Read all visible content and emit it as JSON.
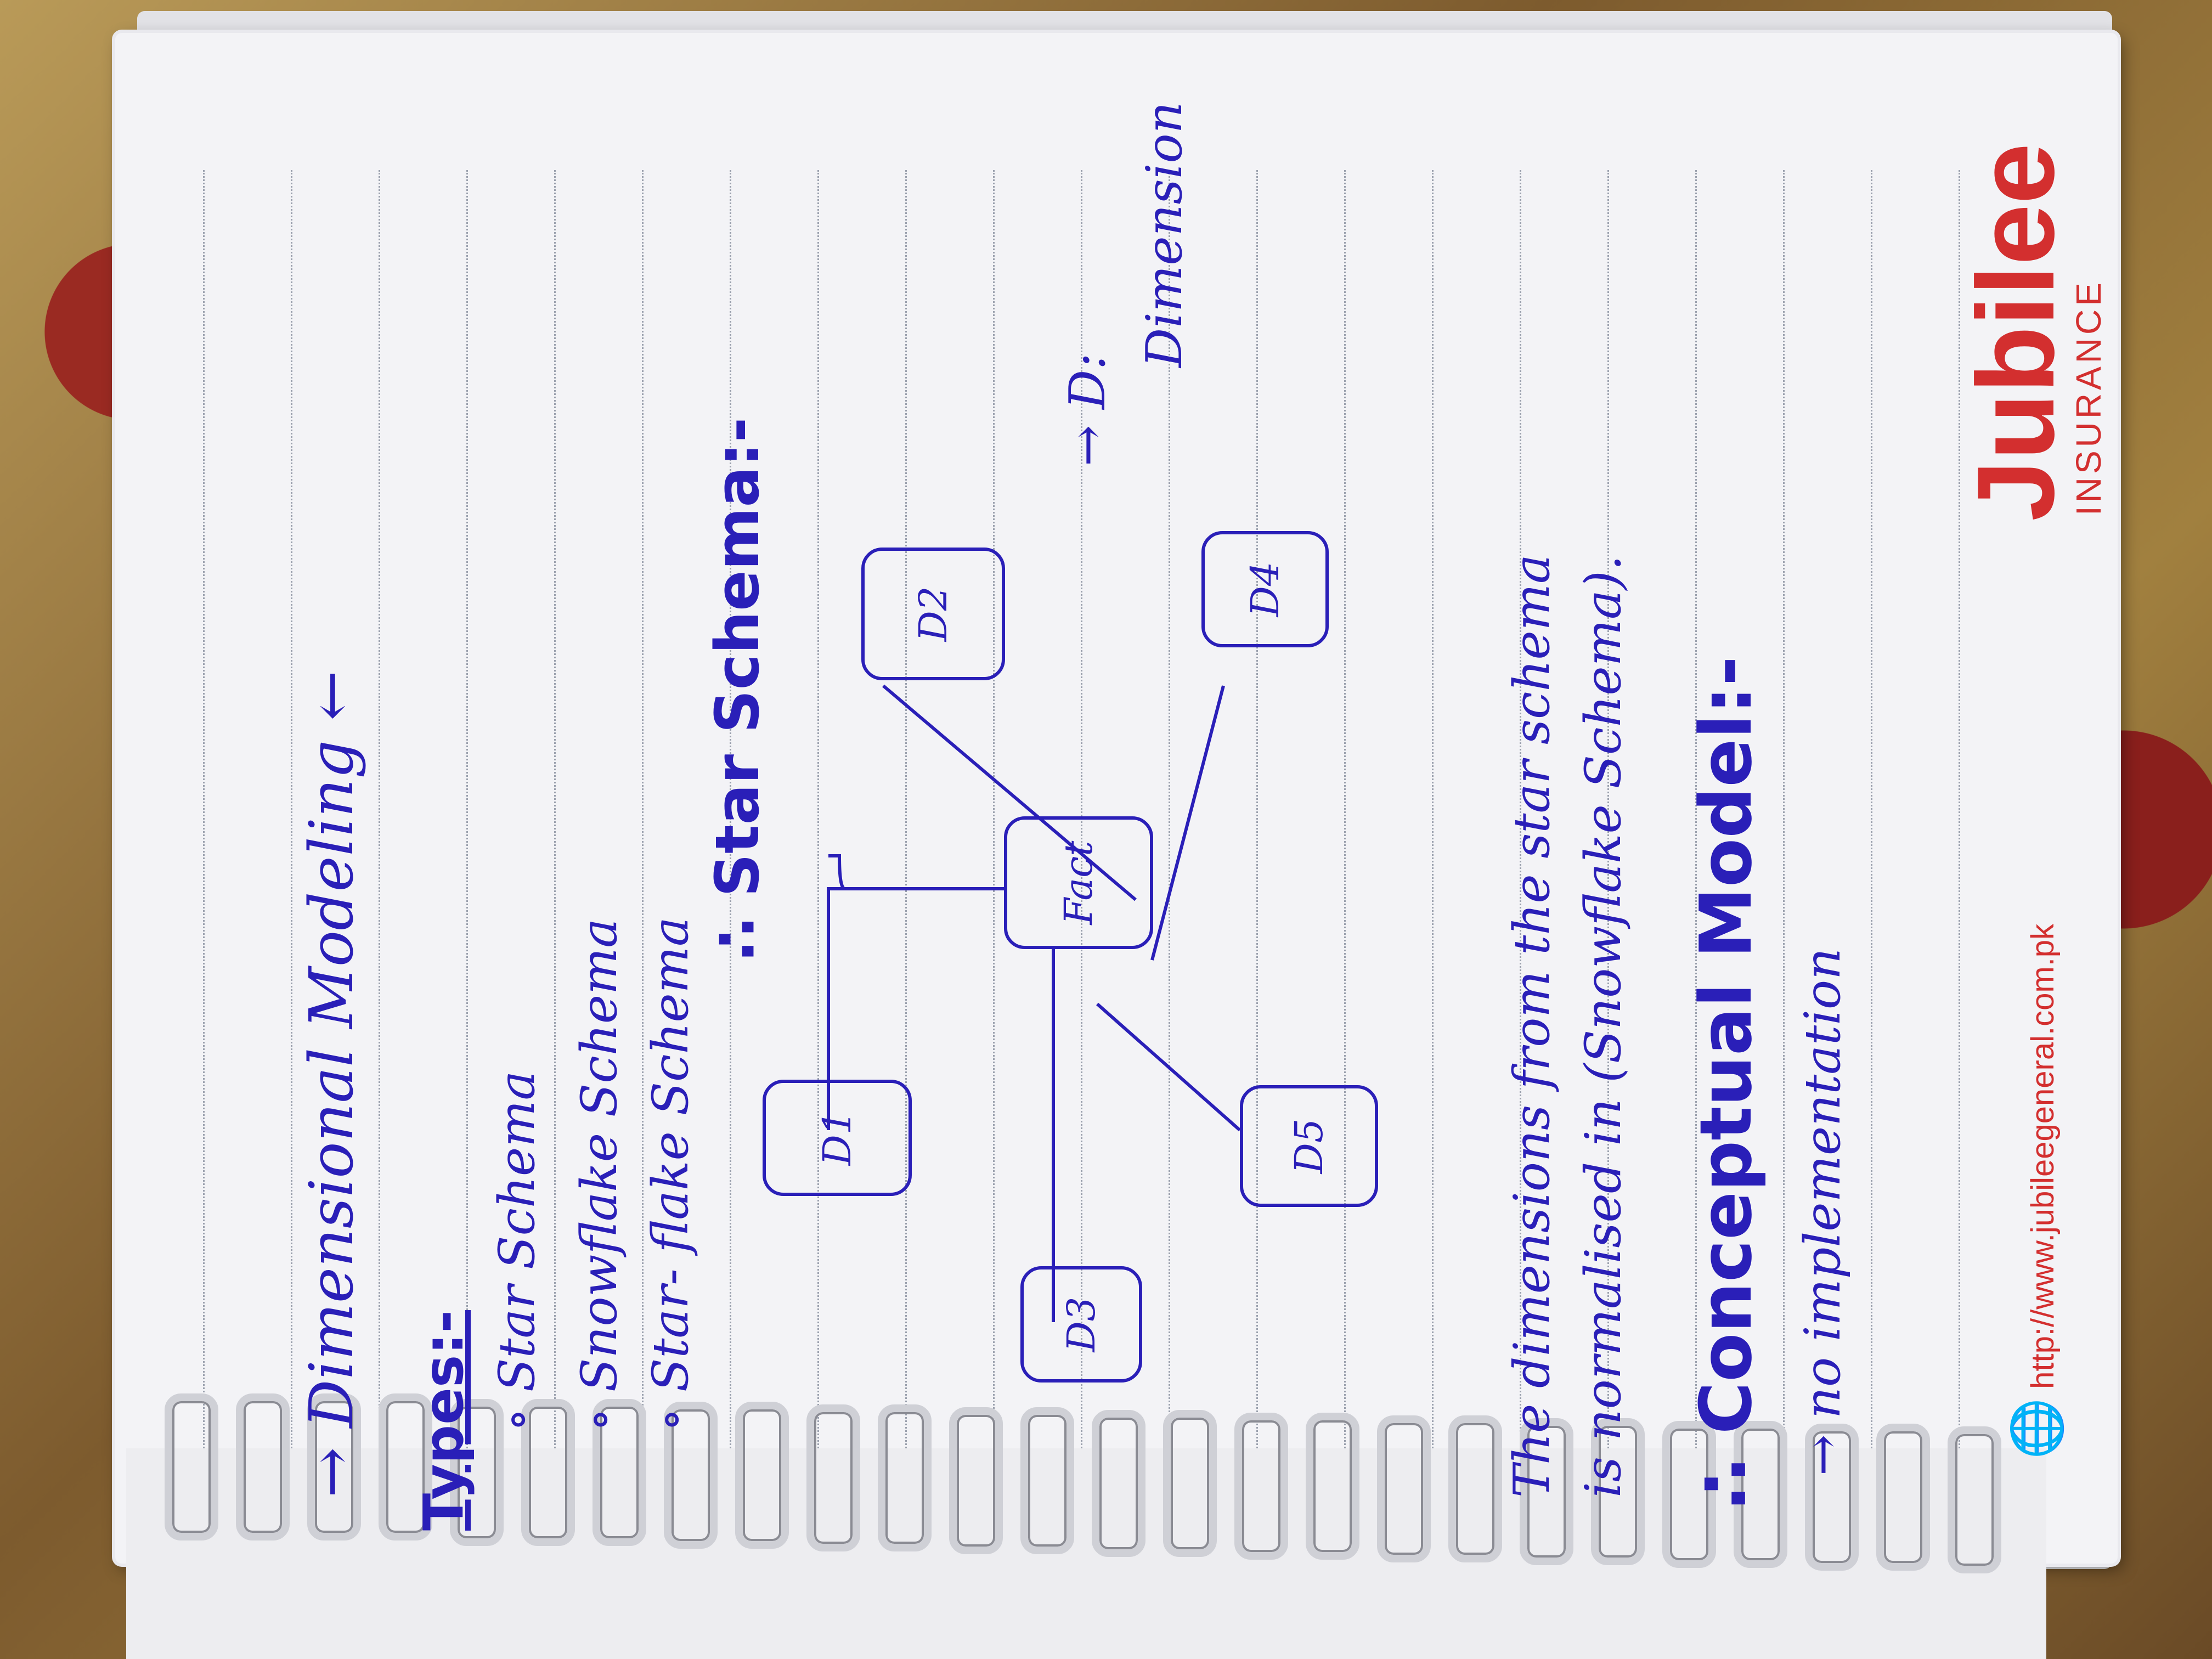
{
  "notes": {
    "heading": "→ Dimensional Modeling ←",
    "types_label": "Types:-",
    "types": [
      "Star Schema",
      "Snowflake Schema",
      "Star- flake Schema"
    ],
    "star_heading": "∴ Star Schema:-",
    "diagram": {
      "center": "Fact",
      "nodes": [
        "D1",
        "D2",
        "D3",
        "D4",
        "D5"
      ]
    },
    "side_note": "→ D:",
    "side_note_2": "Dimension",
    "paragraph_line_1": "The dimensions from the star schema",
    "paragraph_line_2": "is normalised in (Snowflake Schema).",
    "conceptual_heading": "∴ Conceptual Model:-",
    "conceptual_point": "→ no implementation"
  },
  "branding": {
    "company": "Jubilee",
    "subtitle": "INSURANCE",
    "url": "http://www.jubileegeneral.com.pk"
  },
  "colors": {
    "ink": "#2a1fb8",
    "brand": "#d32f2f"
  }
}
